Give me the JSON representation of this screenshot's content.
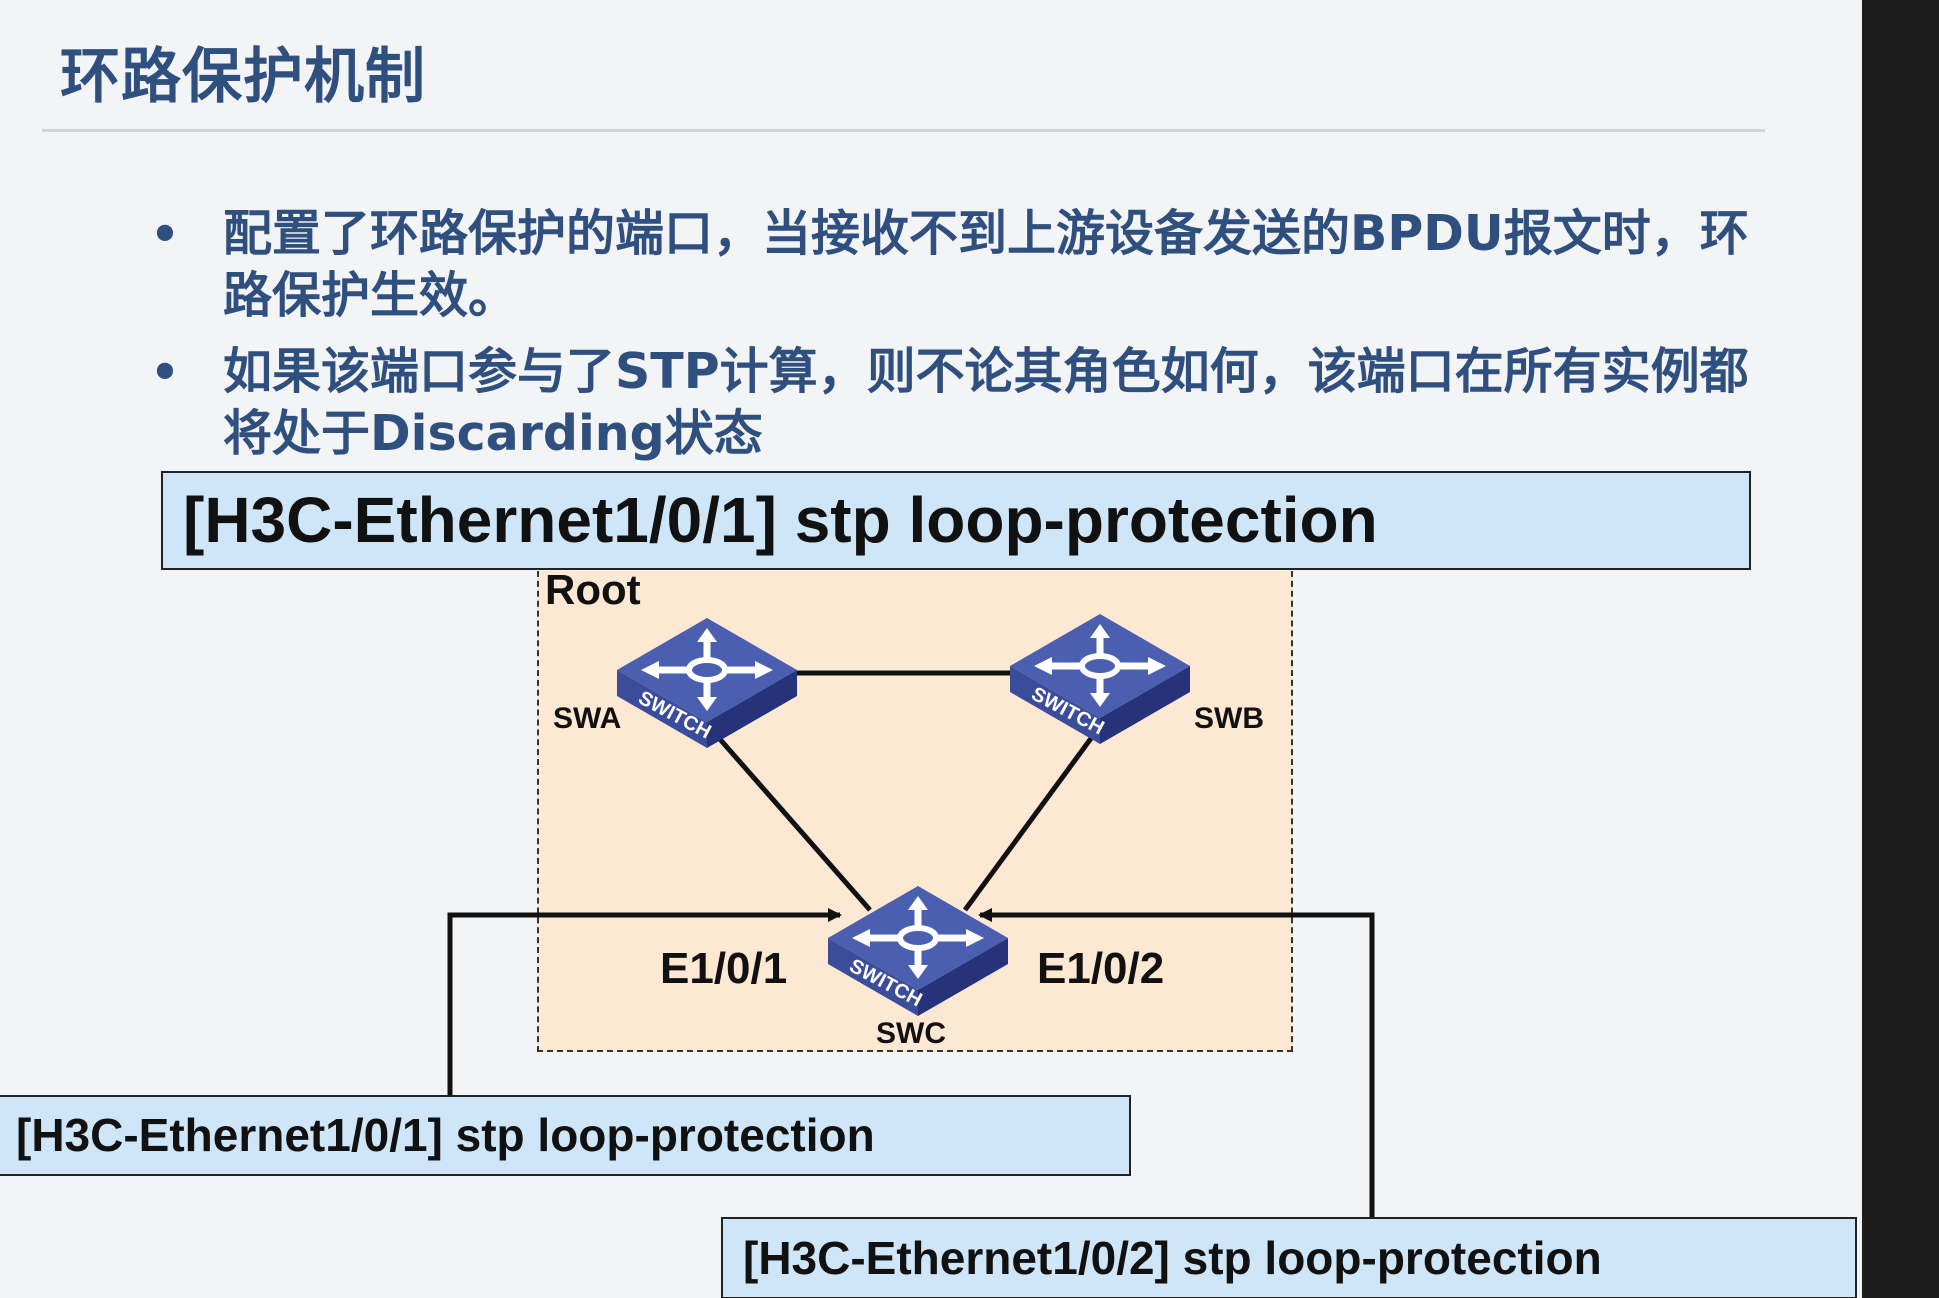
{
  "slide": {
    "title": "环路保护机制",
    "bullets": [
      "配置了环路保护的端口，当接收不到上游设备发送的BPDU报文时，环路保护生效。",
      "如果该端口参与了STP计算，则不论其角色如何，该端口在所有实例都将处于Discarding状态"
    ],
    "bullet_marker": "•"
  },
  "commands": {
    "main": "[H3C-Ethernet1/0/1] stp loop-protection",
    "port1": "[H3C-Ethernet1/0/1] stp loop-protection",
    "port2": "[H3C-Ethernet1/0/2] stp loop-protection"
  },
  "topology": {
    "root_label": "Root",
    "switches": [
      {
        "id": "swa",
        "name": "SWA",
        "badge": "SWITCH"
      },
      {
        "id": "swb",
        "name": "SWB",
        "badge": "SWITCH"
      },
      {
        "id": "swc",
        "name": "SWC",
        "badge": "SWITCH"
      }
    ],
    "ports": {
      "left": "E1/0/1",
      "right": "E1/0/2"
    }
  },
  "colors": {
    "title": "#2f4f7e",
    "command_box": "#cfe6f9",
    "topology_area": "#fde8d4",
    "switch_top": "#4a5fb0",
    "switch_side": "#2b3a85"
  }
}
